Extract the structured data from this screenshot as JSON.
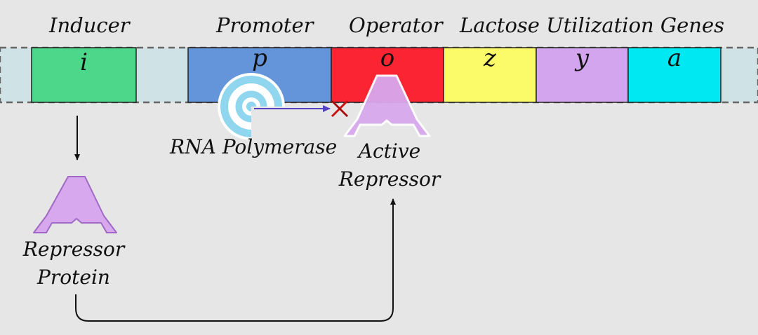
{
  "headers": {
    "inducer": "Inducer",
    "promoter": "Promoter",
    "operator": "Operator",
    "lactose_genes": "Lactose Utilization Genes"
  },
  "genes": {
    "i": "i",
    "p": "p",
    "o": "o",
    "z": "z",
    "y": "y",
    "a": "a"
  },
  "labels": {
    "rna_polymerase": "RNA Polymerase",
    "active_repressor": [
      "Active",
      "Repressor"
    ],
    "repressor_protein": [
      "Repressor",
      "Protein"
    ]
  },
  "colors": {
    "background": "#e6e6e6",
    "dna_strand": "#cfe3e6",
    "gene_i": "#4cd78a",
    "gene_p": "#6495db",
    "gene_o": "#fa2432",
    "gene_z": "#fbfb6a",
    "gene_y": "#d3a5ef",
    "gene_a": "#00e9f2",
    "repressor": "#d8a8ee",
    "polymerase": "#8fd6ee",
    "block_mark": "#cc1111"
  }
}
